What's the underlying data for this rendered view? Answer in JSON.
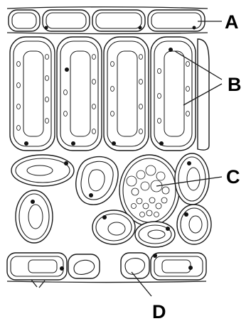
{
  "labels": {
    "a": "A",
    "b": "B",
    "c": "C",
    "d": "D"
  },
  "colors": {
    "line": "#1a1a1a",
    "background": "#ffffff"
  }
}
